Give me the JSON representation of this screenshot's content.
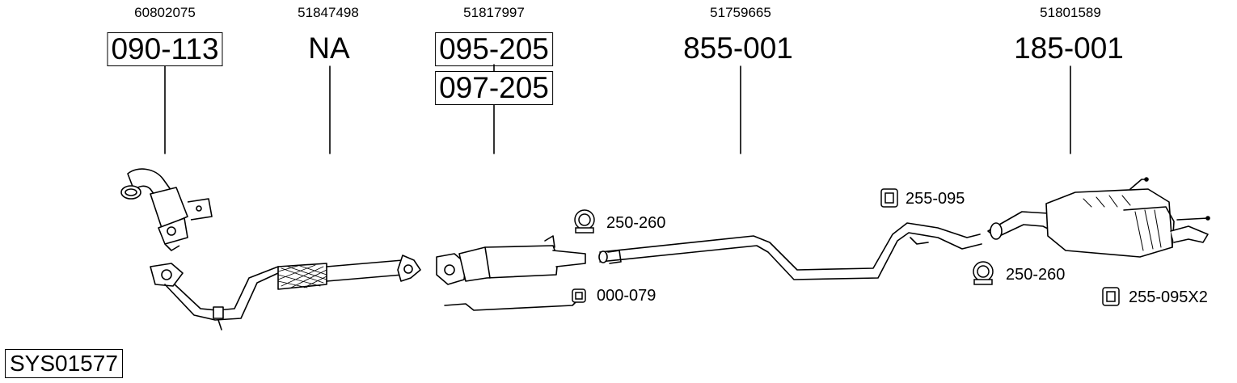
{
  "system_code": "SYS01577",
  "columns": [
    {
      "oem": "60802075",
      "parts": [
        "090-113"
      ],
      "boxed": true
    },
    {
      "oem": "51847498",
      "parts": [
        "NA"
      ],
      "boxed": false
    },
    {
      "oem": "51817997",
      "parts": [
        "095-205",
        "097-205"
      ],
      "boxed": true
    },
    {
      "oem": "51759665",
      "parts": [
        "855-001"
      ],
      "boxed": false
    },
    {
      "oem": "51801589",
      "parts": [
        "185-001"
      ],
      "boxed": false
    }
  ],
  "accessories": [
    {
      "label": "250-260",
      "icon": "clamp-icon"
    },
    {
      "label": "000-079",
      "icon": "sensor-connector-icon"
    },
    {
      "label": "255-095",
      "icon": "rubber-mount-icon"
    },
    {
      "label": "250-260",
      "icon": "clamp-icon"
    },
    {
      "label": "255-095X2",
      "icon": "rubber-mount-icon"
    }
  ]
}
